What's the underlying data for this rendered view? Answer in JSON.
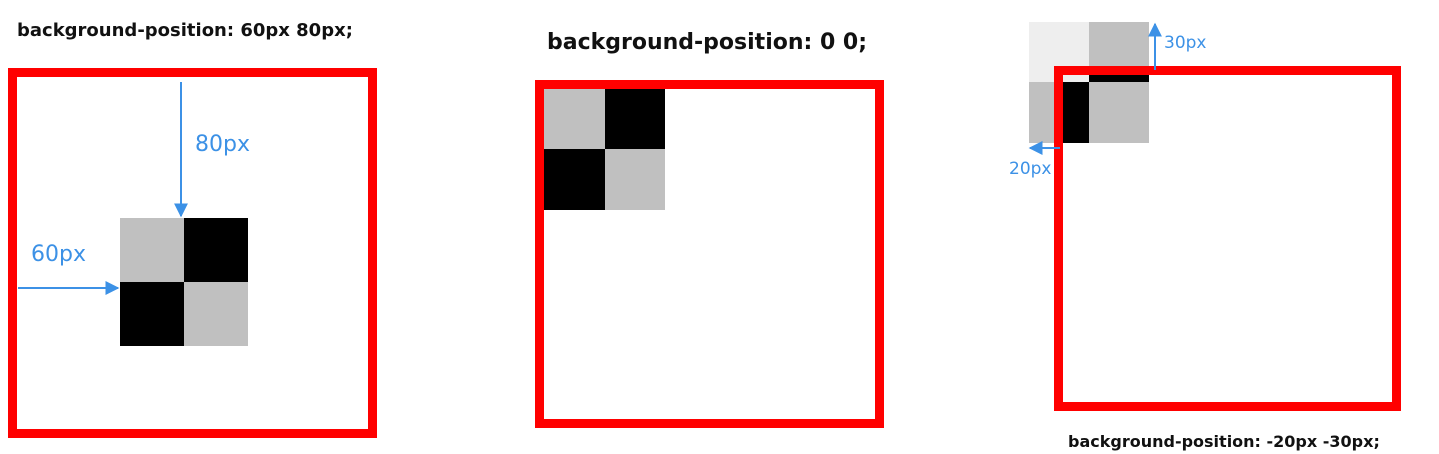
{
  "panels": [
    {
      "label": "background-position: 60px 80px;",
      "offset_x_label": "60px",
      "offset_y_label": "80px"
    },
    {
      "label": "background-position: 0 0;"
    },
    {
      "label": "background-position: -20px -30px;",
      "offset_x_label": "20px",
      "offset_y_label": "30px"
    }
  ],
  "colors": {
    "frame": "#ff0000",
    "tile_light": "#c0c0c0",
    "tile_dark": "#000000",
    "annotation": "#3c91e6"
  }
}
